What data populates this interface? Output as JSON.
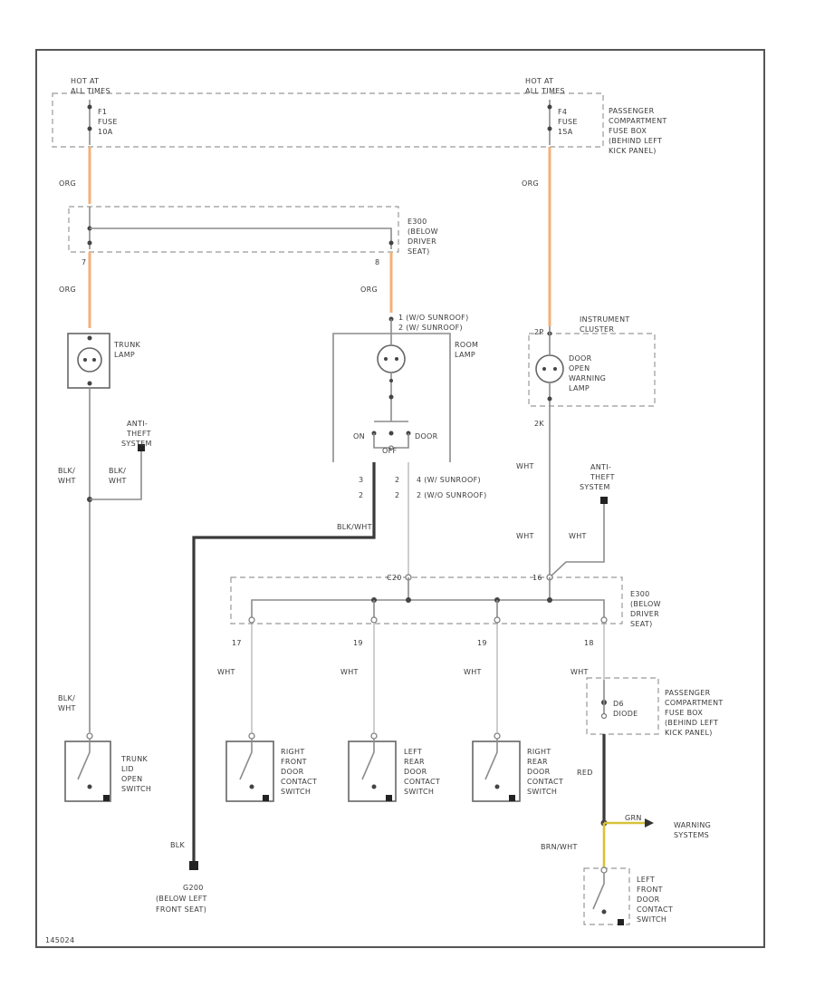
{
  "labels": {
    "hot_at_all_times_left": [
      "HOT AT",
      "ALL TIMES"
    ],
    "hot_at_all_times_right": [
      "HOT AT",
      "ALL TIMES"
    ],
    "fuse_left": [
      "F1",
      "FUSE",
      "10A"
    ],
    "fuse_right": [
      "F4",
      "FUSE",
      "15A"
    ],
    "pass_box_top": [
      "PASSENGER",
      "COMPARTMENT",
      "FUSE BOX",
      "(BEHIND LEFT",
      "KICK PANEL)"
    ],
    "org_left_top": "ORG",
    "org_right_top": "ORG",
    "e300_top": [
      "E300",
      "(BELOW",
      "DRIVER",
      "SEAT)"
    ],
    "pin7": "7",
    "pin8": "8",
    "org_left_mid": "ORG",
    "org_mid": "ORG",
    "trunk_lamp": [
      "TRUNK",
      "LAMP"
    ],
    "room_lamp_conn": [
      "1 (W/O SUNROOF)",
      "2 (W/ SUNROOF)"
    ],
    "room_lamp": [
      "ROOM",
      "LAMP"
    ],
    "instrument_cluster": [
      "INSTRUMENT",
      "CLUSTER"
    ],
    "door_warning_lamp": [
      "DOOR",
      "OPEN",
      "WARNING",
      "LAMP"
    ],
    "pin_2p": "2P",
    "pin_2k": "2K",
    "anti_theft_left": [
      "ANTI-",
      "THEFT",
      "SYSTEM"
    ],
    "anti_theft_right": [
      "ANTI-",
      "THEFT",
      "SYSTEM"
    ],
    "switch_on": "ON",
    "switch_off": "OFF",
    "switch_door": "DOOR",
    "blk_wht_left": [
      "BLK/",
      "WHT"
    ],
    "blk_wht_left2": [
      "BLK/",
      "WHT"
    ],
    "wht_right_top": "WHT",
    "room_lamp_pins": [
      "4 (W/ SUNROOF)",
      "2 (W/O SUNROOF)"
    ],
    "pin_col1": [
      "3",
      "2"
    ],
    "pin_col2": [
      "2",
      "2"
    ],
    "blk_wht_mid": "BLK/WHT",
    "wht_right_mid": "WHT",
    "wht_anti_right": "WHT",
    "pin_c20": "C20",
    "pin_16": "16",
    "e300_bottom": [
      "E300",
      "(BELOW",
      "DRIVER",
      "SEAT)"
    ],
    "pin_row": [
      "17",
      "19",
      "19",
      "18"
    ],
    "wht_row": [
      "WHT",
      "WHT",
      "WHT",
      "WHT"
    ],
    "blk_wht_lower": [
      "BLK/",
      "WHT"
    ],
    "pass_box_bottom": [
      "PASSENGER",
      "COMPARTMENT",
      "FUSE BOX",
      "(BEHIND LEFT",
      "KICK PANEL)"
    ],
    "diode": [
      "D6",
      "DIODE"
    ],
    "trunk_switch": [
      "TRUNK",
      "LID",
      "OPEN",
      "SWITCH"
    ],
    "rf_switch": [
      "RIGHT",
      "FRONT",
      "DOOR",
      "CONTACT",
      "SWITCH"
    ],
    "lr_switch": [
      "LEFT",
      "REAR",
      "DOOR",
      "CONTACT",
      "SWITCH"
    ],
    "rr_switch": [
      "RIGHT",
      "REAR",
      "DOOR",
      "CONTACT",
      "SWITCH"
    ],
    "red_label": "RED",
    "grn_label": "GRN",
    "warning_systems": [
      "WARNING",
      "SYSTEMS"
    ],
    "brn_wht": "BRN/WHT",
    "blk_label": "BLK",
    "ground": [
      "G200",
      "(BELOW LEFT",
      "FRONT SEAT)"
    ],
    "lf_switch": [
      "LEFT",
      "FRONT",
      "DOOR",
      "CONTACT",
      "SWITCH"
    ],
    "footer": "145024"
  },
  "colors": {
    "wire_orange": "#f3b07a",
    "wire_black": "#3a3a3a",
    "wire_gray": "#8c8c8c",
    "wire_yellow": "#d8c23a"
  }
}
